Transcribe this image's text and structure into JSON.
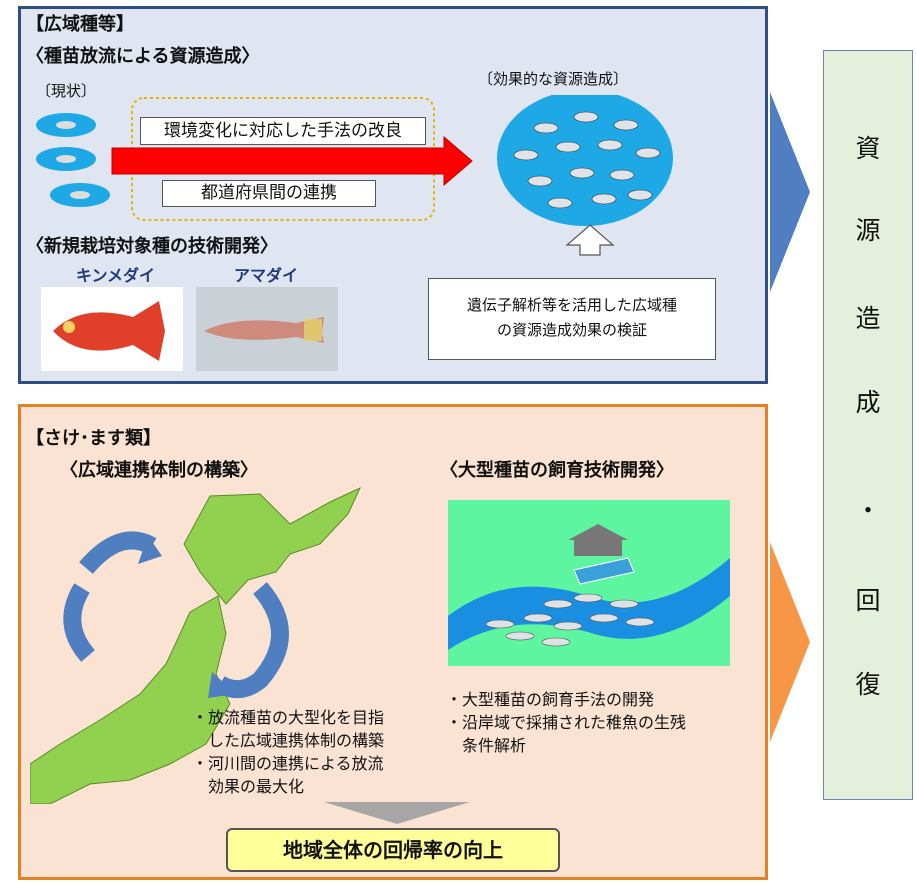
{
  "top": {
    "tag": "【広域種等】",
    "heading1": "〈種苗放流による資源造成〉",
    "current_label": "〔現状〕",
    "effective_label": "〔効果的な資源造成〕",
    "arrow_text1": "環境変化に対応した手法の改良",
    "arrow_text2": "都道府県間の連携",
    "heading2": "〈新規栽培対象種の技術開発〉",
    "fish1": "キンメダイ",
    "fish2": "アマダイ",
    "verify_line1": "遺伝子解析等を活用した広域種",
    "verify_line2": "の資源造成効果の検証"
  },
  "bottom": {
    "tag": "【さけ･ます類】",
    "heading_left": "〈広域連携体制の構築〉",
    "heading_right": "〈大型種苗の飼育技術開発〉",
    "left_notes": [
      "・放流種苗の大型化を目指",
      "　した広域連携体制の構築",
      "・河川間の連携による放流",
      "　効果の最大化"
    ],
    "right_notes": [
      "・大型種苗の飼育手法の開発",
      "・沿岸域で採捕された稚魚の生残",
      "　条件解析"
    ],
    "result": "地域全体の回帰率の向上"
  },
  "side": {
    "chars": [
      "資",
      "源",
      "造",
      "成",
      "・",
      "回",
      "復"
    ]
  },
  "colors": {
    "top_border": "#2f4e84",
    "bottom_border": "#e58122",
    "arrow_red": "#ff0000",
    "ocean": "#1ea8e6",
    "japan_green": "#92d050",
    "result_bg": "#ffff99"
  }
}
